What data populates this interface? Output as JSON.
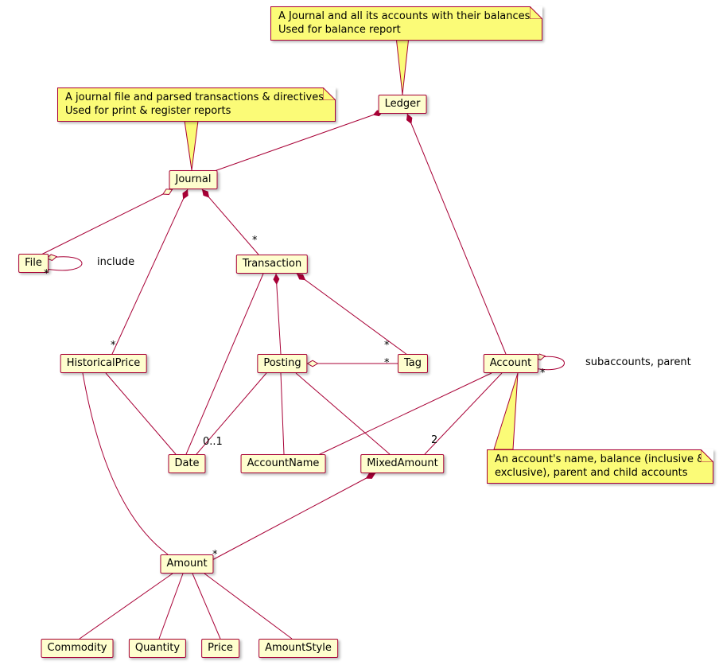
{
  "diagram": {
    "kind": "uml-class-diagram",
    "colors": {
      "class_fill": "#FEFECE",
      "class_border": "#A80036",
      "note_fill": "#FBFB77",
      "note_border": "#A80036",
      "edge": "#A80036",
      "text": "#000000"
    },
    "classes": [
      {
        "id": "ledger",
        "name": "Ledger"
      },
      {
        "id": "journal",
        "name": "Journal"
      },
      {
        "id": "file",
        "name": "File"
      },
      {
        "id": "transaction",
        "name": "Transaction"
      },
      {
        "id": "historicalprice",
        "name": "HistoricalPrice"
      },
      {
        "id": "posting",
        "name": "Posting"
      },
      {
        "id": "tag",
        "name": "Tag"
      },
      {
        "id": "account",
        "name": "Account"
      },
      {
        "id": "date",
        "name": "Date"
      },
      {
        "id": "accountname",
        "name": "AccountName"
      },
      {
        "id": "mixedamount",
        "name": "MixedAmount"
      },
      {
        "id": "amount",
        "name": "Amount"
      },
      {
        "id": "commodity",
        "name": "Commodity"
      },
      {
        "id": "quantity",
        "name": "Quantity"
      },
      {
        "id": "price",
        "name": "Price"
      },
      {
        "id": "amountstyle",
        "name": "AmountStyle"
      }
    ],
    "notes": [
      {
        "id": "note-ledger",
        "target": "Ledger",
        "lines": [
          "A Journal and all its accounts with their balances.",
          "Used for balance report"
        ]
      },
      {
        "id": "note-journal",
        "target": "Journal",
        "lines": [
          "A journal file and parsed transactions & directives.",
          "Used for print & register reports"
        ]
      },
      {
        "id": "note-account",
        "target": "Account",
        "lines": [
          "An account's name, balance (inclusive &",
          "exclusive), parent and child accounts"
        ]
      }
    ],
    "edge_labels": [
      {
        "id": "file-include-label",
        "text": "include"
      },
      {
        "id": "file-self-mult",
        "text": "*"
      },
      {
        "id": "journal-transaction-mult",
        "text": "*"
      },
      {
        "id": "journal-historicalprice-mult",
        "text": "*"
      },
      {
        "id": "transaction-tag-mult",
        "text": "*"
      },
      {
        "id": "posting-tag-mult",
        "text": "*"
      },
      {
        "id": "account-self-mult",
        "text": "*"
      },
      {
        "id": "account-self-label",
        "text": "subaccounts, parent"
      },
      {
        "id": "posting-date-mult",
        "text": "0..1"
      },
      {
        "id": "account-mixedamount-mult",
        "text": "2"
      },
      {
        "id": "mixedamount-amount-mult",
        "text": "*"
      }
    ],
    "relationships": [
      {
        "from": "Ledger",
        "to": "Journal",
        "type": "composition"
      },
      {
        "from": "Ledger",
        "to": "Account",
        "type": "composition"
      },
      {
        "from": "Journal",
        "to": "File",
        "type": "aggregation"
      },
      {
        "from": "File",
        "to": "File",
        "type": "aggregation",
        "multiplicity": "*",
        "label": "include"
      },
      {
        "from": "Journal",
        "to": "Transaction",
        "type": "composition",
        "multiplicity": "*"
      },
      {
        "from": "Journal",
        "to": "HistoricalPrice",
        "type": "composition",
        "multiplicity": "*"
      },
      {
        "from": "Transaction",
        "to": "Posting",
        "type": "composition"
      },
      {
        "from": "Transaction",
        "to": "Tag",
        "type": "composition",
        "multiplicity": "*"
      },
      {
        "from": "Transaction",
        "to": "Date",
        "type": "association"
      },
      {
        "from": "Posting",
        "to": "Tag",
        "type": "aggregation",
        "multiplicity": "*"
      },
      {
        "from": "Posting",
        "to": "Date",
        "type": "association",
        "multiplicity": "0..1"
      },
      {
        "from": "Posting",
        "to": "AccountName",
        "type": "association"
      },
      {
        "from": "Posting",
        "to": "MixedAmount",
        "type": "association"
      },
      {
        "from": "Account",
        "to": "Account",
        "type": "aggregation",
        "multiplicity": "*",
        "label": "subaccounts, parent"
      },
      {
        "from": "Account",
        "to": "AccountName",
        "type": "association"
      },
      {
        "from": "Account",
        "to": "MixedAmount",
        "type": "association",
        "multiplicity": "2"
      },
      {
        "from": "MixedAmount",
        "to": "Amount",
        "type": "composition",
        "multiplicity": "*"
      },
      {
        "from": "HistoricalPrice",
        "to": "Date",
        "type": "association"
      },
      {
        "from": "HistoricalPrice",
        "to": "Amount",
        "type": "association"
      },
      {
        "from": "Amount",
        "to": "Commodity",
        "type": "association"
      },
      {
        "from": "Amount",
        "to": "Quantity",
        "type": "association"
      },
      {
        "from": "Amount",
        "to": "Price",
        "type": "association"
      },
      {
        "from": "Amount",
        "to": "AmountStyle",
        "type": "association"
      }
    ]
  }
}
